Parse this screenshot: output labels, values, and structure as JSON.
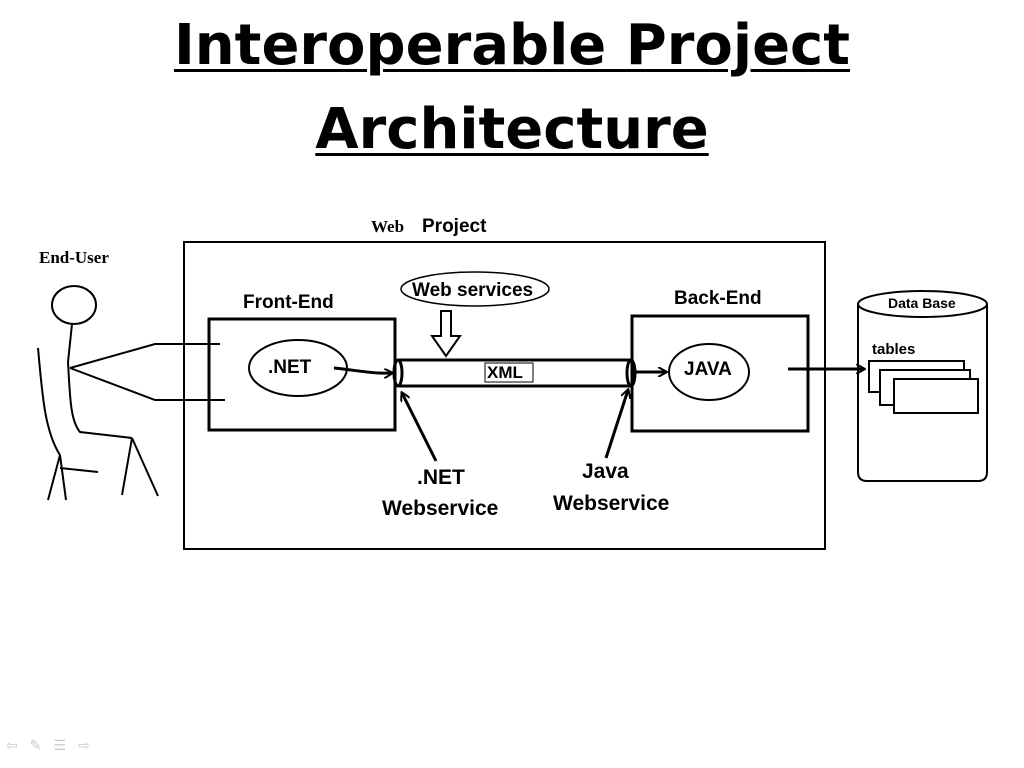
{
  "slide": {
    "title_line1": "Interoperable Project",
    "title_line2": "Architecture"
  },
  "diagram": {
    "end_user_label": "End-User",
    "web_label": "Web",
    "project_label": "Project",
    "front_end_label": "Front-End",
    "net_label": ".NET",
    "web_services_label": "Web services",
    "xml_label": "XML",
    "back_end_label": "Back-End",
    "java_label": "JAVA",
    "net_webservice_line1": ".NET",
    "net_webservice_line2": "Webservice",
    "java_webservice_line1": "Java",
    "java_webservice_line2": "Webservice",
    "database_label": "Data Base",
    "tables_label": "tables"
  },
  "nav_icons": [
    "arrow-left-icon",
    "pen-icon",
    "menu-icon",
    "arrow-right-icon"
  ]
}
